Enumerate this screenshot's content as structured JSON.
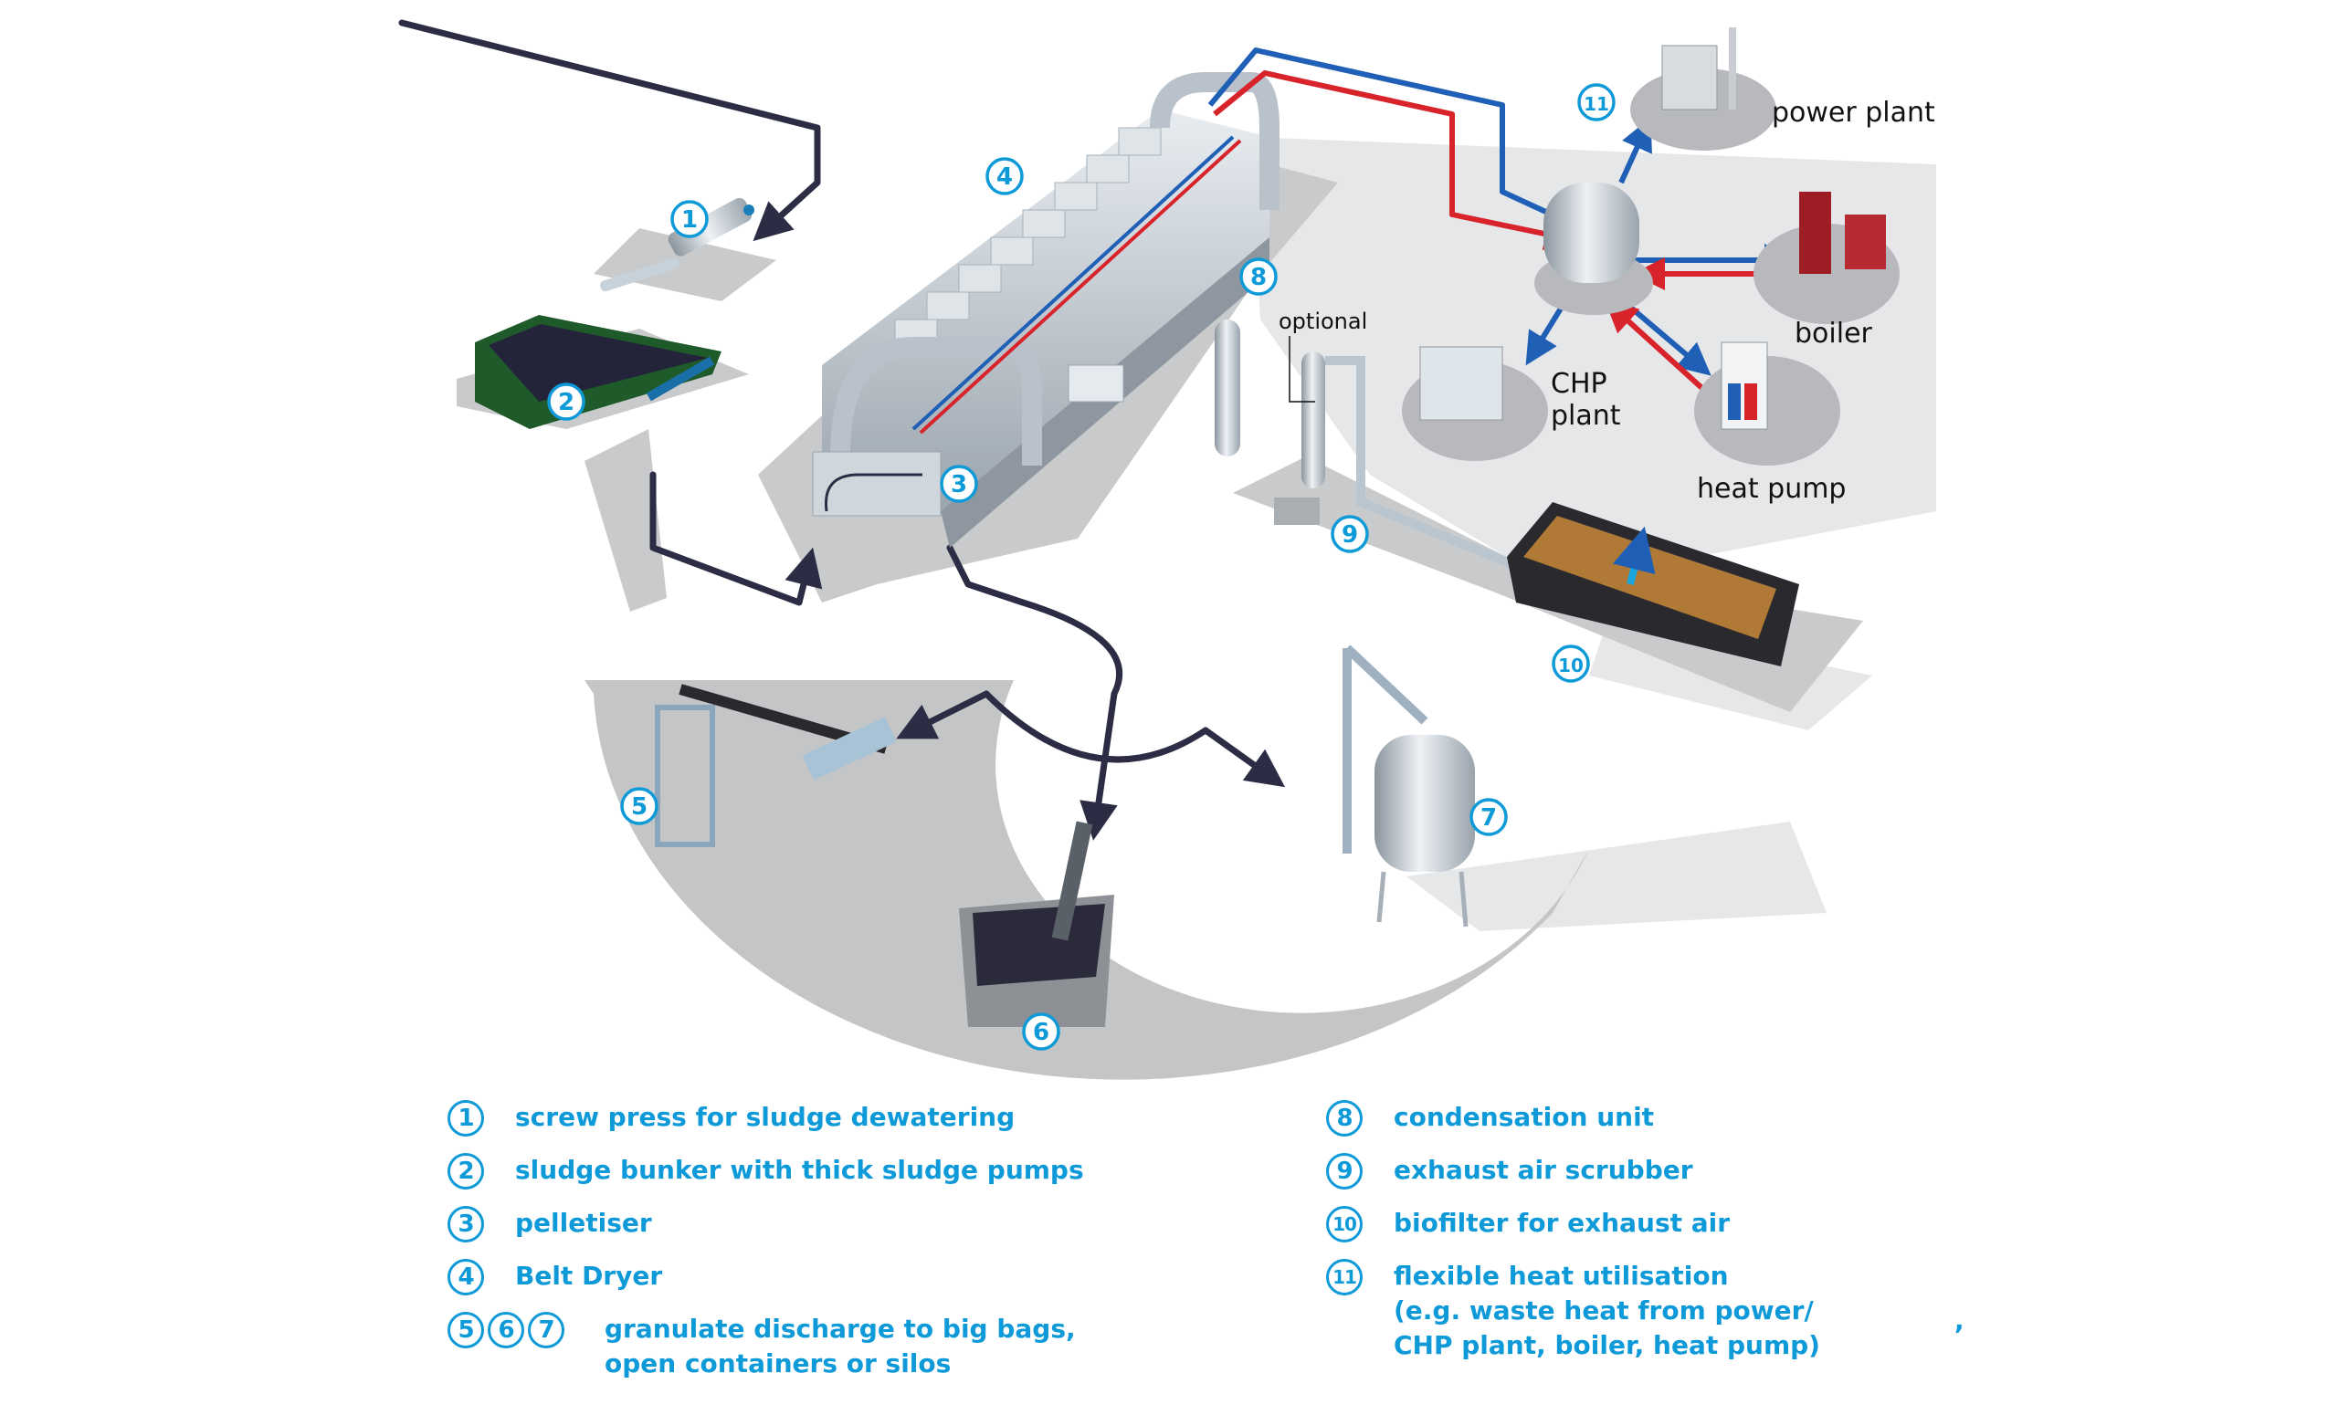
{
  "diagram": {
    "title": "Sludge drying plant with belt dryer – process overview",
    "colors": {
      "accent": "#0e9ad8",
      "supply_line": "#1f5fb5",
      "return_line": "#d8232a",
      "sludge_line": "#2c2d45",
      "floor": "#c9cacc",
      "bunker": "#1f5a2a",
      "biofilter_media": "#b07a36"
    },
    "badges": [
      {
        "id": "1",
        "component": "screw press"
      },
      {
        "id": "2",
        "component": "sludge bunker"
      },
      {
        "id": "3",
        "component": "pelletiser"
      },
      {
        "id": "4",
        "component": "belt dryer"
      },
      {
        "id": "5",
        "component": "big bag station"
      },
      {
        "id": "6",
        "component": "open container"
      },
      {
        "id": "7",
        "component": "silo"
      },
      {
        "id": "8",
        "component": "condensation unit"
      },
      {
        "id": "9",
        "component": "exhaust air scrubber"
      },
      {
        "id": "10",
        "component": "biofilter"
      },
      {
        "id": "11",
        "component": "heat utilisation"
      }
    ],
    "annotations": {
      "optional": "optional",
      "power_plant": "power plant",
      "boiler": "boiler",
      "chp_line1": "CHP",
      "chp_line2": "plant",
      "heat_pump": "heat pump"
    }
  },
  "legend": {
    "left": [
      {
        "badges": [
          "1"
        ],
        "text": "screw press for sludge dewatering"
      },
      {
        "badges": [
          "2"
        ],
        "text": "sludge bunker with thick sludge pumps"
      },
      {
        "badges": [
          "3"
        ],
        "text": "pelletiser"
      },
      {
        "badges": [
          "4"
        ],
        "text": "Belt Dryer"
      },
      {
        "badges": [
          "5",
          "6",
          "7"
        ],
        "text": "granulate discharge to big bags,\nopen containers or silos"
      }
    ],
    "right": [
      {
        "badges": [
          "8"
        ],
        "text": "condensation unit"
      },
      {
        "badges": [
          "9"
        ],
        "text": "exhaust air scrubber"
      },
      {
        "badges": [
          "10"
        ],
        "text": "biofilter for exhaust air"
      },
      {
        "badges": [
          "11"
        ],
        "text": "flexible heat utilisation\n(e.g. waste heat from power/\nCHP plant, boiler, heat pump)"
      }
    ],
    "stray_mark": ","
  }
}
